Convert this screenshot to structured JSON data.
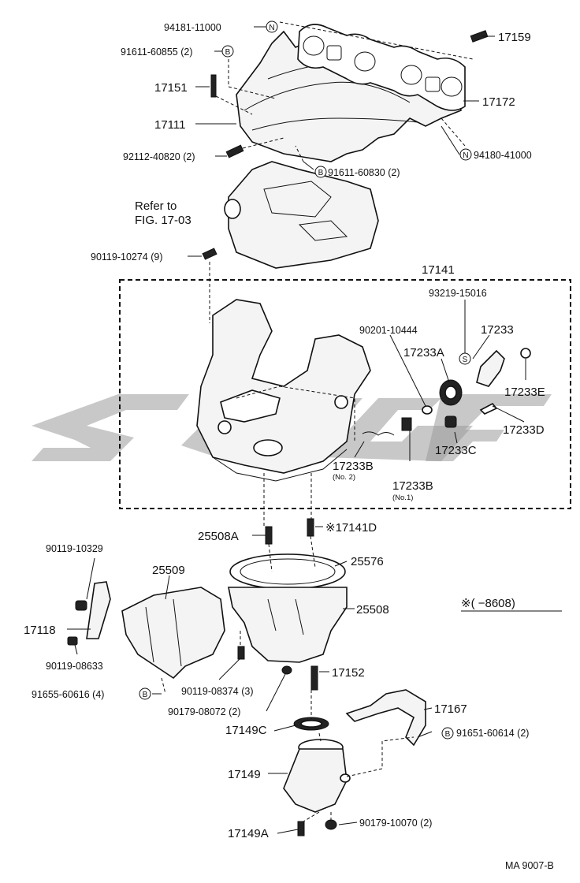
{
  "parts": {
    "p94181": "94181-11000",
    "p91611a": "91611-60855 (2)",
    "p17151": "17151",
    "p17111": "17111",
    "p92112": "92112-40820 (2)",
    "p91611b": "91611-60830 (2)",
    "p94180": "94180-41000",
    "p17159": "17159",
    "p17172": "17172",
    "refer1": "Refer to",
    "refer2": "FIG. 17-03",
    "p90119_10274": "90119-10274 (9)",
    "p17141": "17141",
    "p93219": "93219-15016",
    "p90201": "90201-10444",
    "p17233": "17233",
    "p17233A": "17233A",
    "p17233E": "17233E",
    "p17233D": "17233D",
    "p17233C": "17233C",
    "p17233B2": "17233B",
    "no2": "(No. 2)",
    "p17233B1": "17233B",
    "no1": "(No.1)",
    "p25508A": "25508A",
    "p17141D": "※17141D",
    "p90119_10329": "90119-10329",
    "p25509": "25509",
    "p25576": "25576",
    "p25508": "25508",
    "note": "※(       −8608)",
    "p17118": "17118",
    "p90119_08633": "90119-08633",
    "p91655": "91655-60616 (4)",
    "p90119_08374": "90119-08374 (3)",
    "p90179_08072": "90179-08072 (2)",
    "p17152": "17152",
    "p17167": "17167",
    "p17149C": "17149C",
    "p91651": "91651-60614 (2)",
    "p17149": "17149",
    "p90179_10070": "90179-10070 (2)",
    "p17149A": "17149A",
    "footer": "MA  9007-B"
  },
  "symbols": {
    "N": "N",
    "B": "B",
    "S": "S"
  }
}
